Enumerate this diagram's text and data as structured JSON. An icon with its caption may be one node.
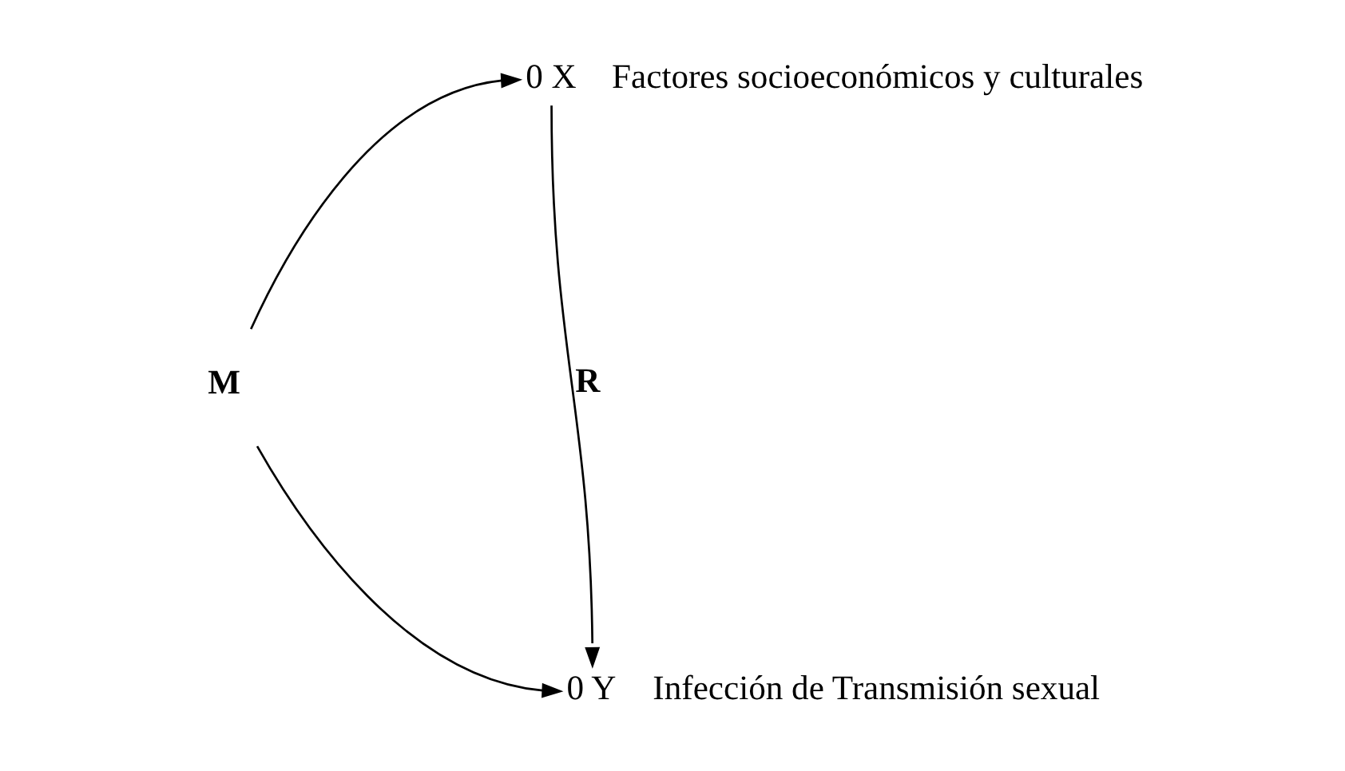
{
  "diagram": {
    "nodes": [
      {
        "text": [
          "M"
        ]
      },
      {
        "text": [
          "0 X"
        ],
        "beside": [
          "Factores socioeconómicos y culturales"
        ]
      },
      {
        "text": [
          "0 Y"
        ],
        "beside": [
          "Infección de Transmisión sexual"
        ]
      }
    ],
    "edges": [
      {
        "from": 0,
        "to": 1,
        "arrow": "to"
      },
      {
        "from": 0,
        "to": 2,
        "arrow": "to"
      },
      {
        "from": 1,
        "to": 2,
        "arrow": "to",
        "label": "R"
      }
    ]
  }
}
